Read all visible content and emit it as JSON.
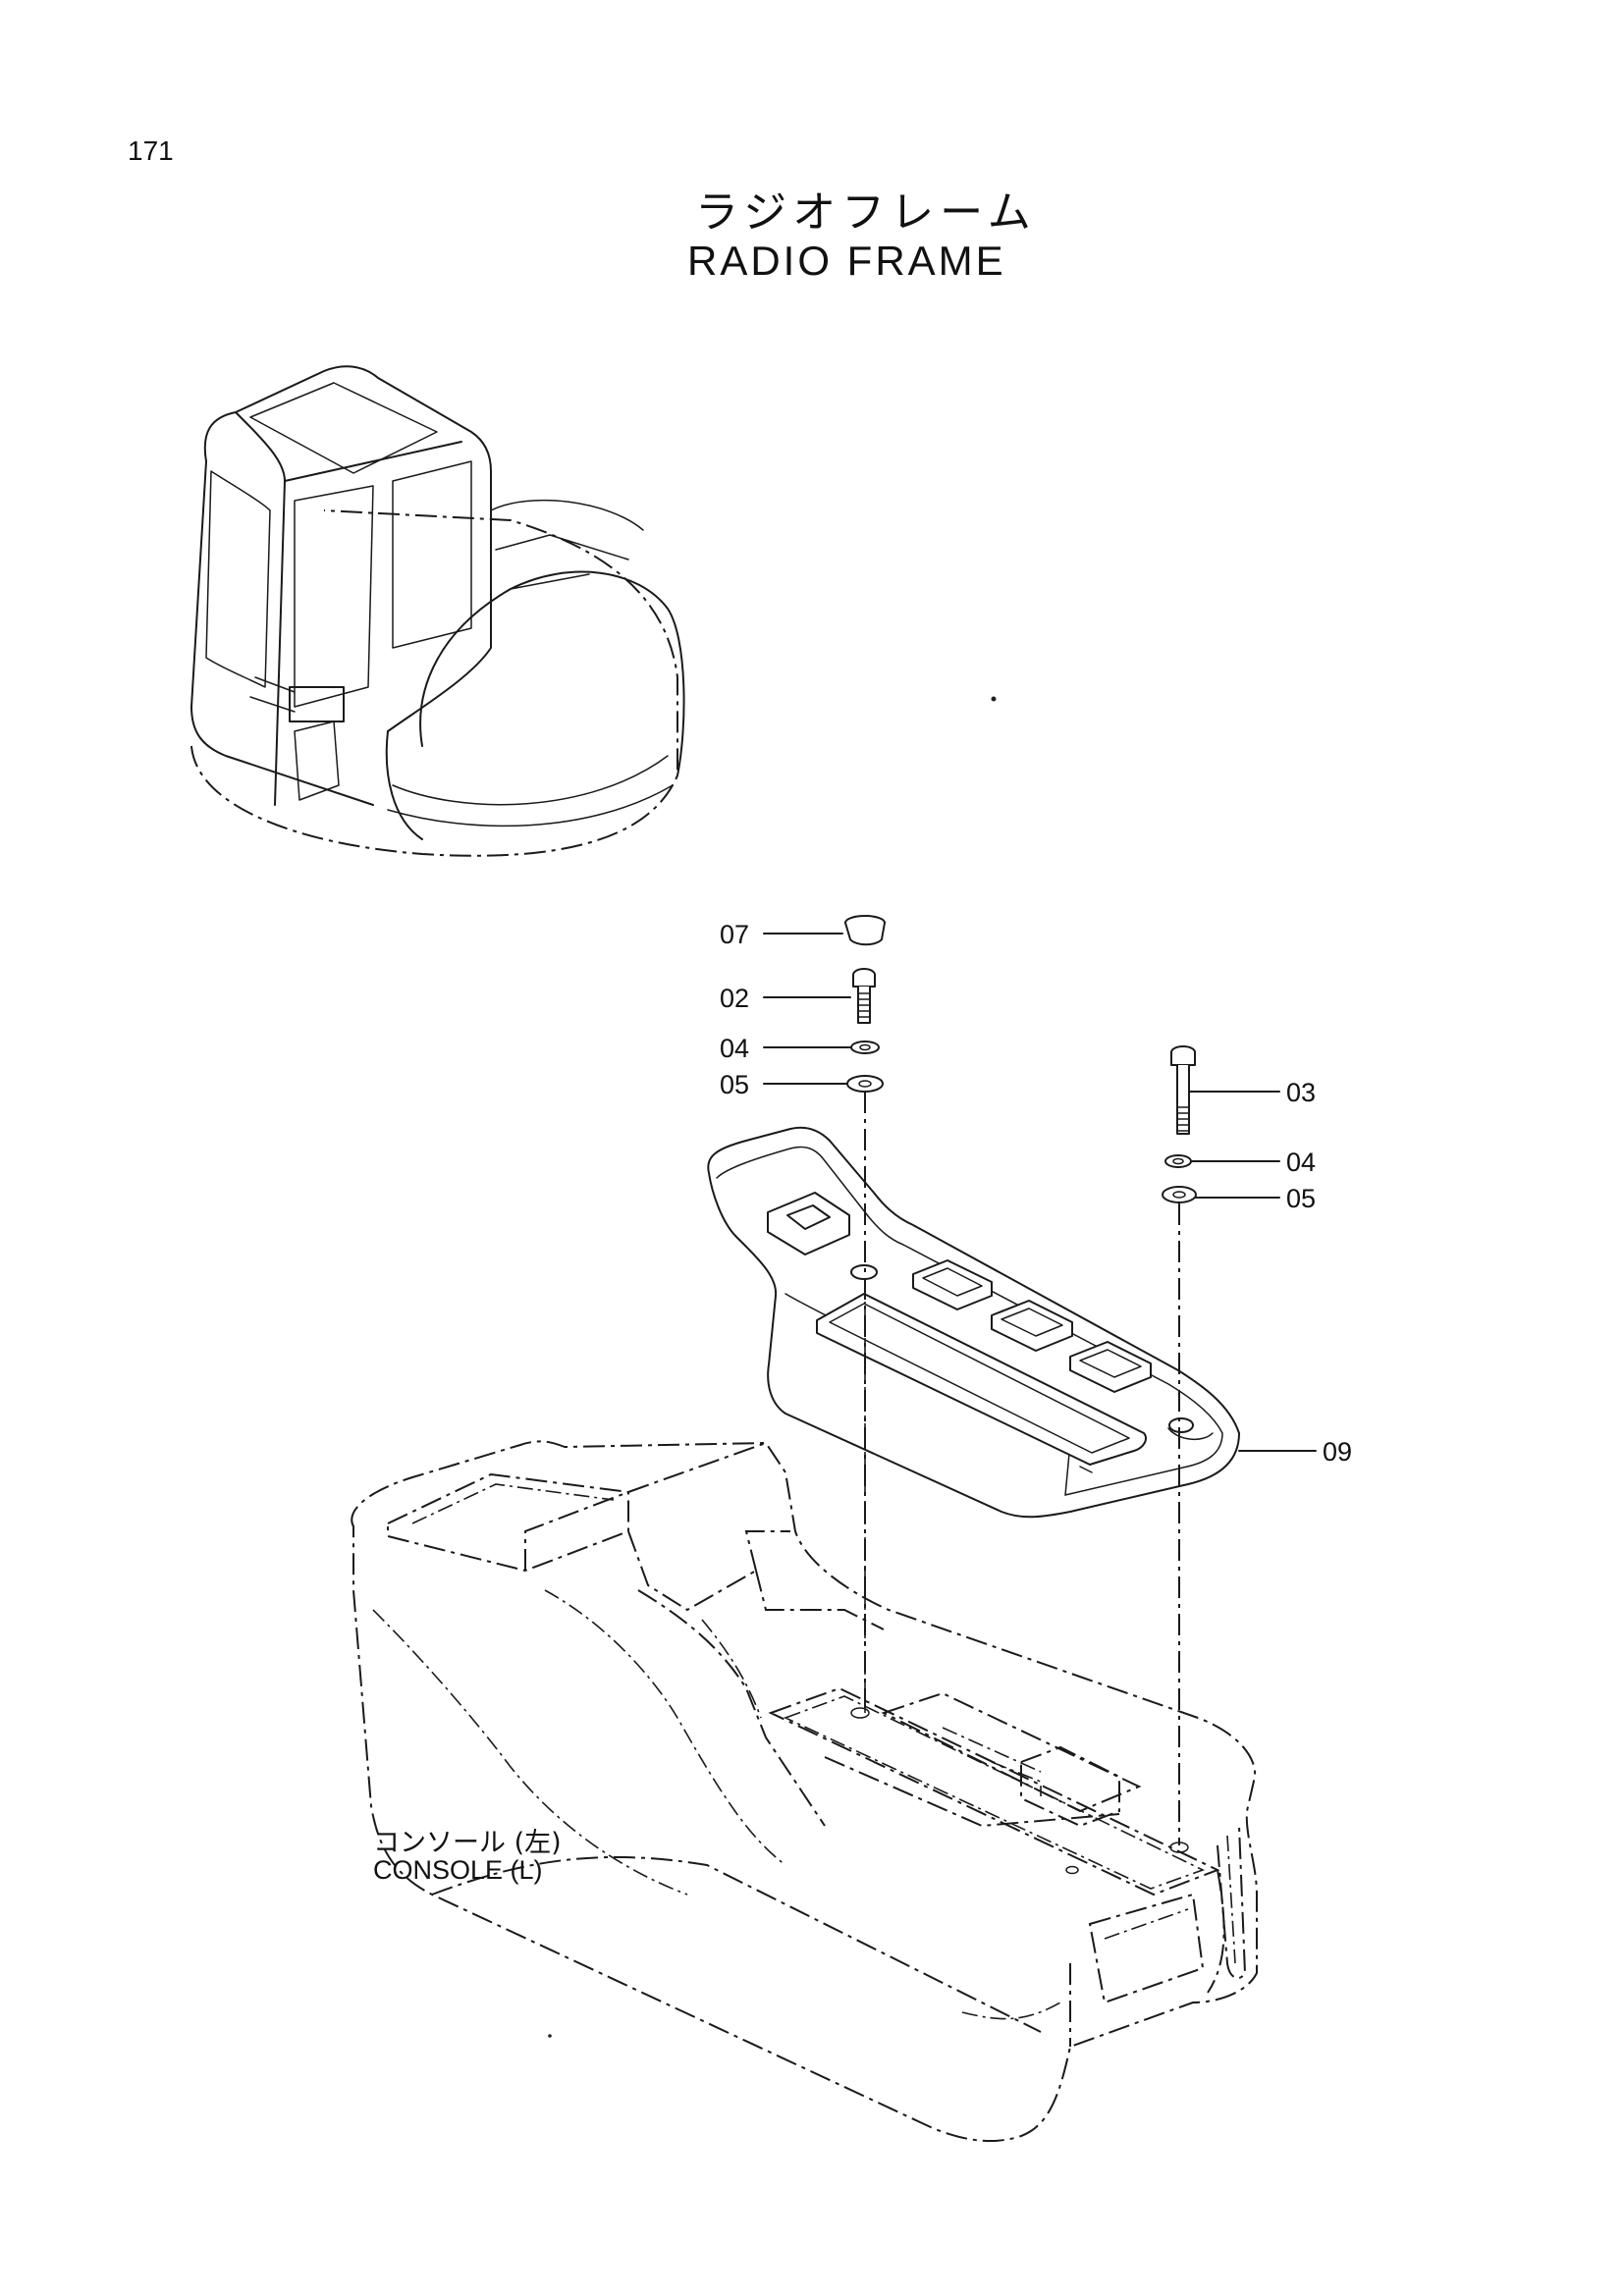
{
  "page_number": "171",
  "title_jp": "ラジオフレーム",
  "title_en": "RADIO FRAME",
  "console_label_jp": "コンソール (左)",
  "console_label_en": "CONSOLE (L)",
  "callouts": {
    "c07": "07",
    "c02": "02",
    "c04_left": "04",
    "c05_left": "05",
    "c03": "03",
    "c04_right": "04",
    "c05_right": "05",
    "c09": "09"
  }
}
